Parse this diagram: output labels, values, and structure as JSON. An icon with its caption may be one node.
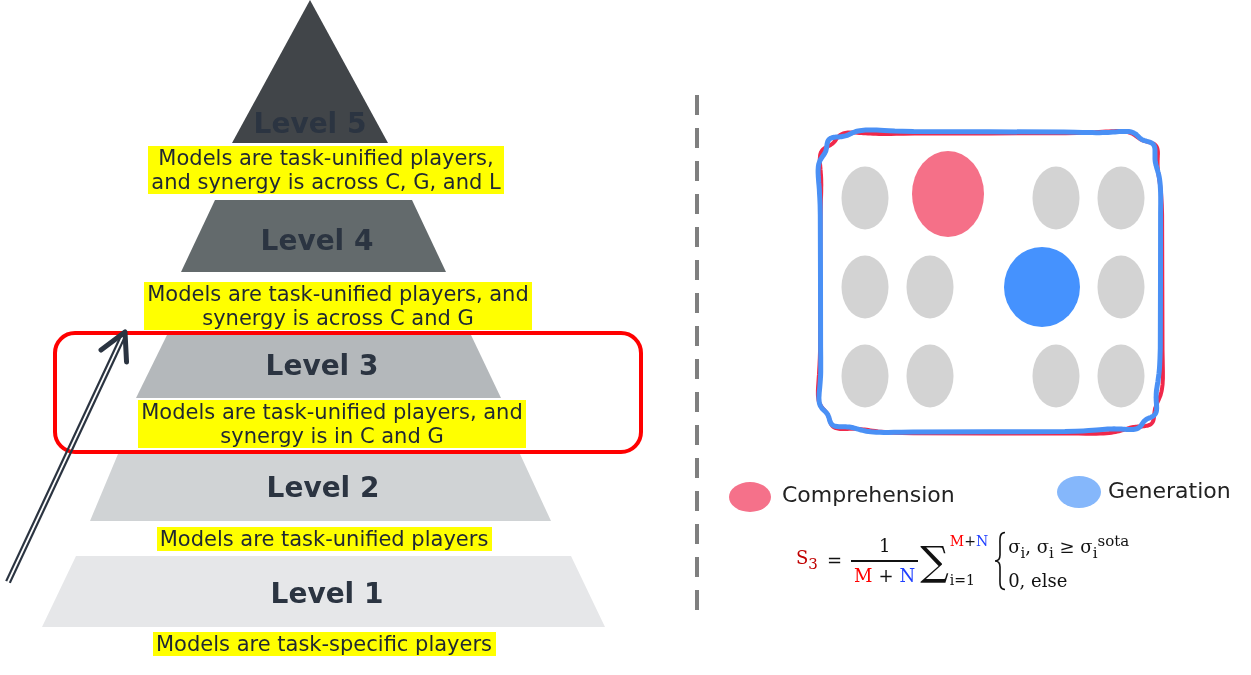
{
  "diagram": {
    "nodes": [
      {
        "text": [
          "Level 5"
        ],
        "beside": [
          "Models are task-unified players, and synergy is across C, G, and L"
        ]
      },
      {
        "text": [
          "Level 4"
        ],
        "beside": [
          "Models are task-unified players, and synergy is across C and G"
        ]
      },
      {
        "text": [
          "Level 3"
        ],
        "beside": [
          "Models are task-unified players, and synergy is in C and G"
        ]
      },
      {
        "text": [
          "Level 2"
        ],
        "beside": [
          "Models are task-unified players"
        ]
      },
      {
        "text": [
          "Level 1"
        ],
        "beside": [
          "Models are task-specific players"
        ]
      }
    ],
    "labels": [
      "S$_{3}$",
      "=",
      "1",
      "M",
      "+",
      "N",
      "∑",
      "M",
      "+",
      "N",
      "i=1",
      "σ$_{i}$, σ$_{i}$ ≥ σ$_{i}$$^{sota}$",
      "0, else"
    ],
    "legend": [
      {
        "text": "Comprehension",
        "color": "#f5718a"
      },
      {
        "text": "Generation",
        "color": "#85b7fb"
      }
    ]
  }
}
